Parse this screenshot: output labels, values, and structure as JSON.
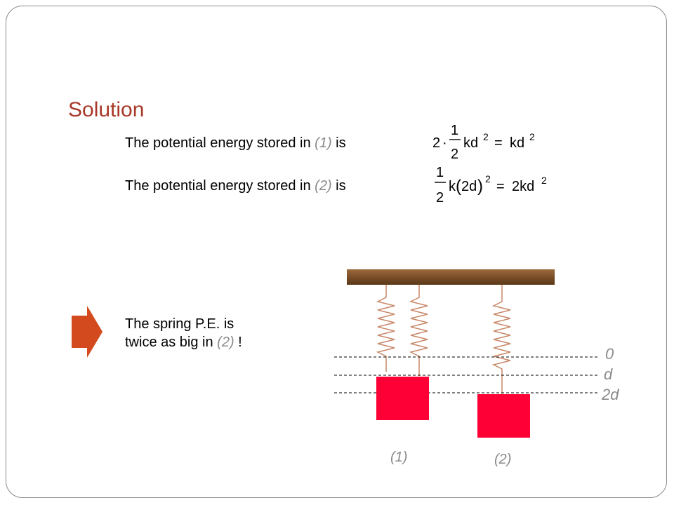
{
  "slide": {
    "title": "Solution",
    "line1": {
      "prefix": "The potential energy stored in ",
      "tag": "(1)",
      "suffix": " is"
    },
    "line2": {
      "prefix": "The potential energy stored in ",
      "tag": "(2)",
      "suffix": " is"
    },
    "equation1": {
      "coeff": "2",
      "dot": "·",
      "frac_num": "1",
      "frac_den": "2",
      "lhs_term": "kd",
      "exp": "2",
      "equals": "=",
      "rhs_term": "kd",
      "rhs_exp": "2"
    },
    "equation2": {
      "frac_num": "1",
      "frac_den": "2",
      "k": "k",
      "paren_open": "(",
      "inner": "2d",
      "paren_close": ")",
      "exp": "2",
      "equals": "=",
      "rhs": "2kd",
      "rhs_exp": "2"
    },
    "conclusion": {
      "line1": "The spring P.E. is",
      "line2_prefix": "twice as big in ",
      "line2_tag": "(2)",
      "line2_suffix": " !"
    },
    "diagram": {
      "levels": [
        "0",
        "d",
        "2d"
      ],
      "case_labels": [
        "(1)",
        "(2)"
      ]
    },
    "colors": {
      "title": "#a8392a",
      "arrow": "#d24a1e",
      "mass": "#ff0036",
      "spring": "#c8886a",
      "label_gray": "#8a8a8a",
      "beam": "#6e4321"
    },
    "icons": [
      "right-arrow-icon"
    ]
  }
}
